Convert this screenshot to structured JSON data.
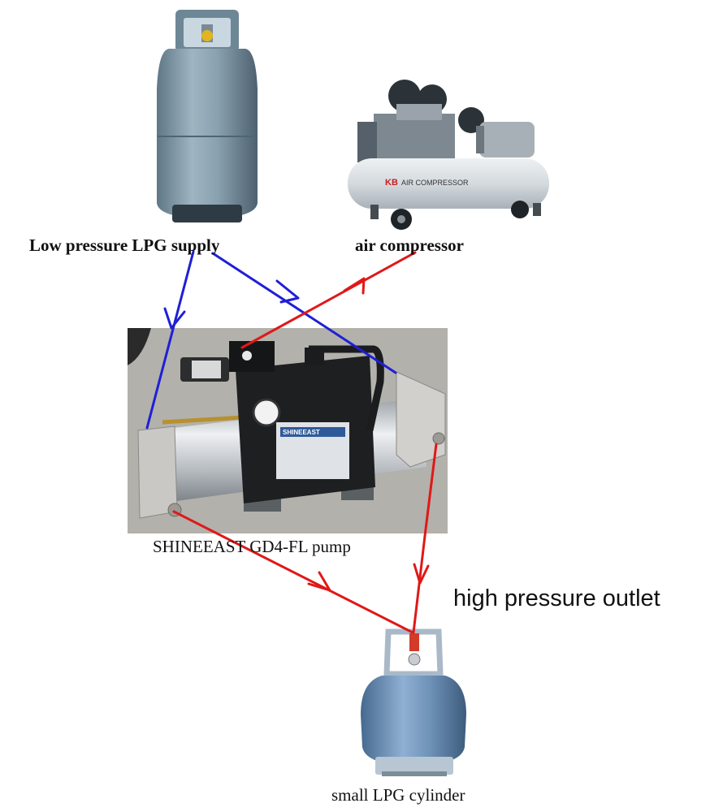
{
  "labels": {
    "lpg_supply": "Low pressure LPG supply",
    "air_compressor": "air compressor",
    "pump": "SHINEEAST GD4-FL pump",
    "outlet": "high pressure outlet",
    "small_cylinder": "small LPG cylinder"
  },
  "device_text": {
    "compressor_brand": "KB",
    "compressor_plate": "AIR COMPRESSOR",
    "pump_plate": "SHINEEAST"
  },
  "colors": {
    "lpg_flow": "#1f1fd6",
    "air_flow": "#e01818",
    "tank_body": "#7f98a8",
    "small_tank_body": "#6f92b8",
    "compressor_body": "#d8dde2"
  },
  "icons": [
    "large-lpg-tank-icon",
    "air-compressor-icon",
    "gas-booster-pump-icon",
    "small-lpg-cylinder-icon"
  ]
}
